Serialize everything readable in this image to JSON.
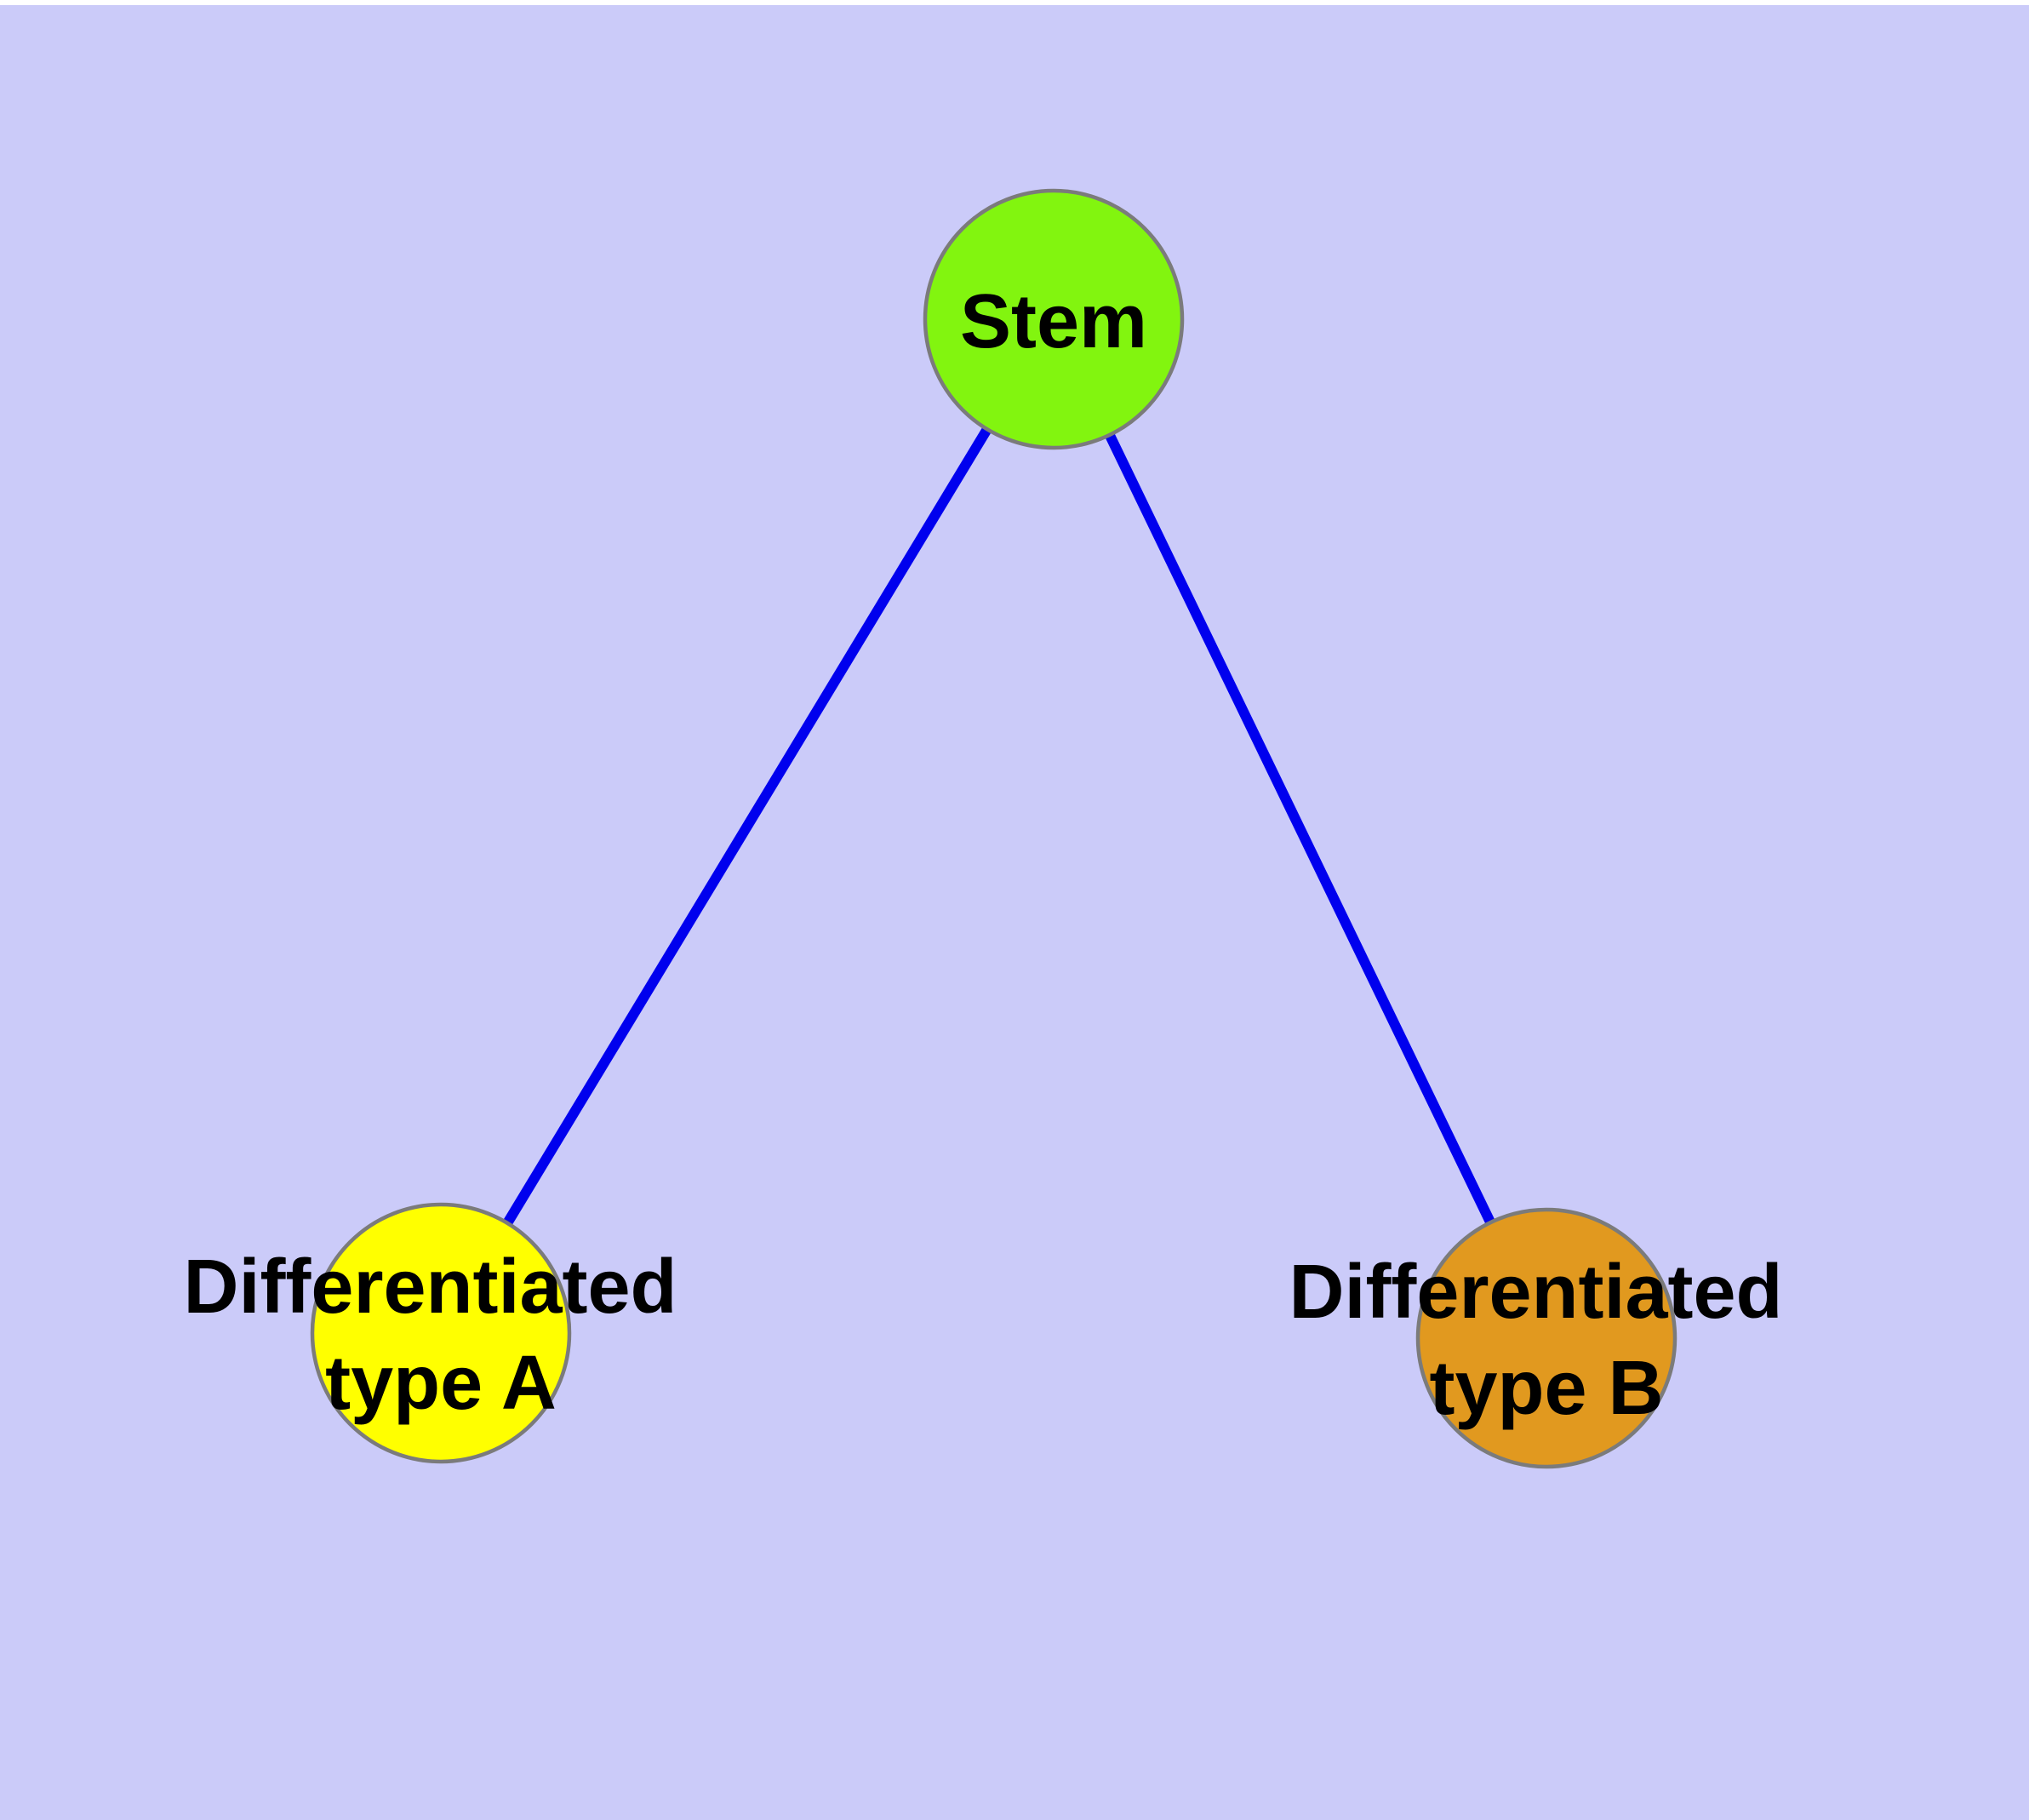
{
  "diagram": {
    "type": "graph",
    "background_color": "#CBCBF9",
    "edge_color": "#0000EE",
    "node_border_color": "#7B7B7B",
    "label_color": "#000000",
    "nodes": [
      {
        "id": "stem",
        "label": "Stem",
        "line1": "Stem",
        "line2": "",
        "color": "#82F50F"
      },
      {
        "id": "differentiated-type-a",
        "label": "Differentiated type A",
        "line1": "Differentiated",
        "line2": "type A",
        "color": "#FFFF00"
      },
      {
        "id": "differentiated-type-b",
        "label": "Differentiated type B",
        "line1": "Differentiated",
        "line2": "type B",
        "color": "#E1991F"
      }
    ],
    "edges": [
      {
        "from": "stem",
        "to": "differentiated-type-a"
      },
      {
        "from": "stem",
        "to": "differentiated-type-b"
      }
    ]
  }
}
